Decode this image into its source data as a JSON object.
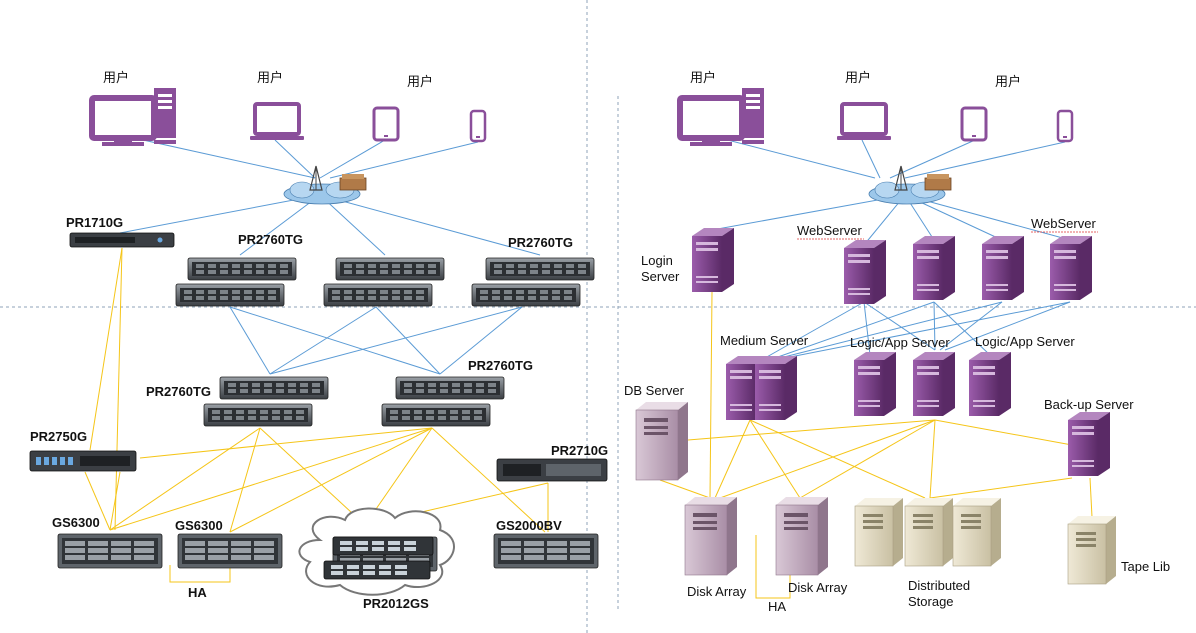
{
  "colors": {
    "user_device": "#8a4f9a",
    "server_purple": "#7a3f88",
    "link_blue": "#5b9bd5",
    "link_yellow": "#f5c518",
    "divider": "#8fa3b8"
  },
  "left": {
    "users": [
      "用户",
      "用户",
      "用户"
    ],
    "pr1710g": "PR1710G",
    "pr2760tg_a": "PR2760TG",
    "pr2760tg_b": "PR2760TG",
    "pr2760tg_c": "PR2760TG",
    "pr2760tg_d": "PR2760TG",
    "pr2750g": "PR2750G",
    "pr2710g": "PR2710G",
    "gs6300_a": "GS6300",
    "gs6300_b": "GS6300",
    "gs2000bv": "GS2000BV",
    "pr2012gs": "PR2012GS",
    "ha": "HA"
  },
  "right": {
    "users": [
      "用户",
      "用户",
      "用户"
    ],
    "login_server_1": "Login",
    "login_server_2": "Server",
    "webserver_a": "WebServer",
    "webserver_b": "WebServer",
    "medium_server": "Medium Server",
    "logic_app_a": "Logic/App Server",
    "logic_app_b": "Logic/App Server",
    "db_server": "DB Server",
    "backup_server": "Back-up Server",
    "disk_array_a": "Disk Array",
    "disk_array_b": "Disk Array",
    "distributed_1": "Distributed",
    "distributed_2": "Storage",
    "tape_lib": "Tape Lib",
    "ha": "HA"
  }
}
